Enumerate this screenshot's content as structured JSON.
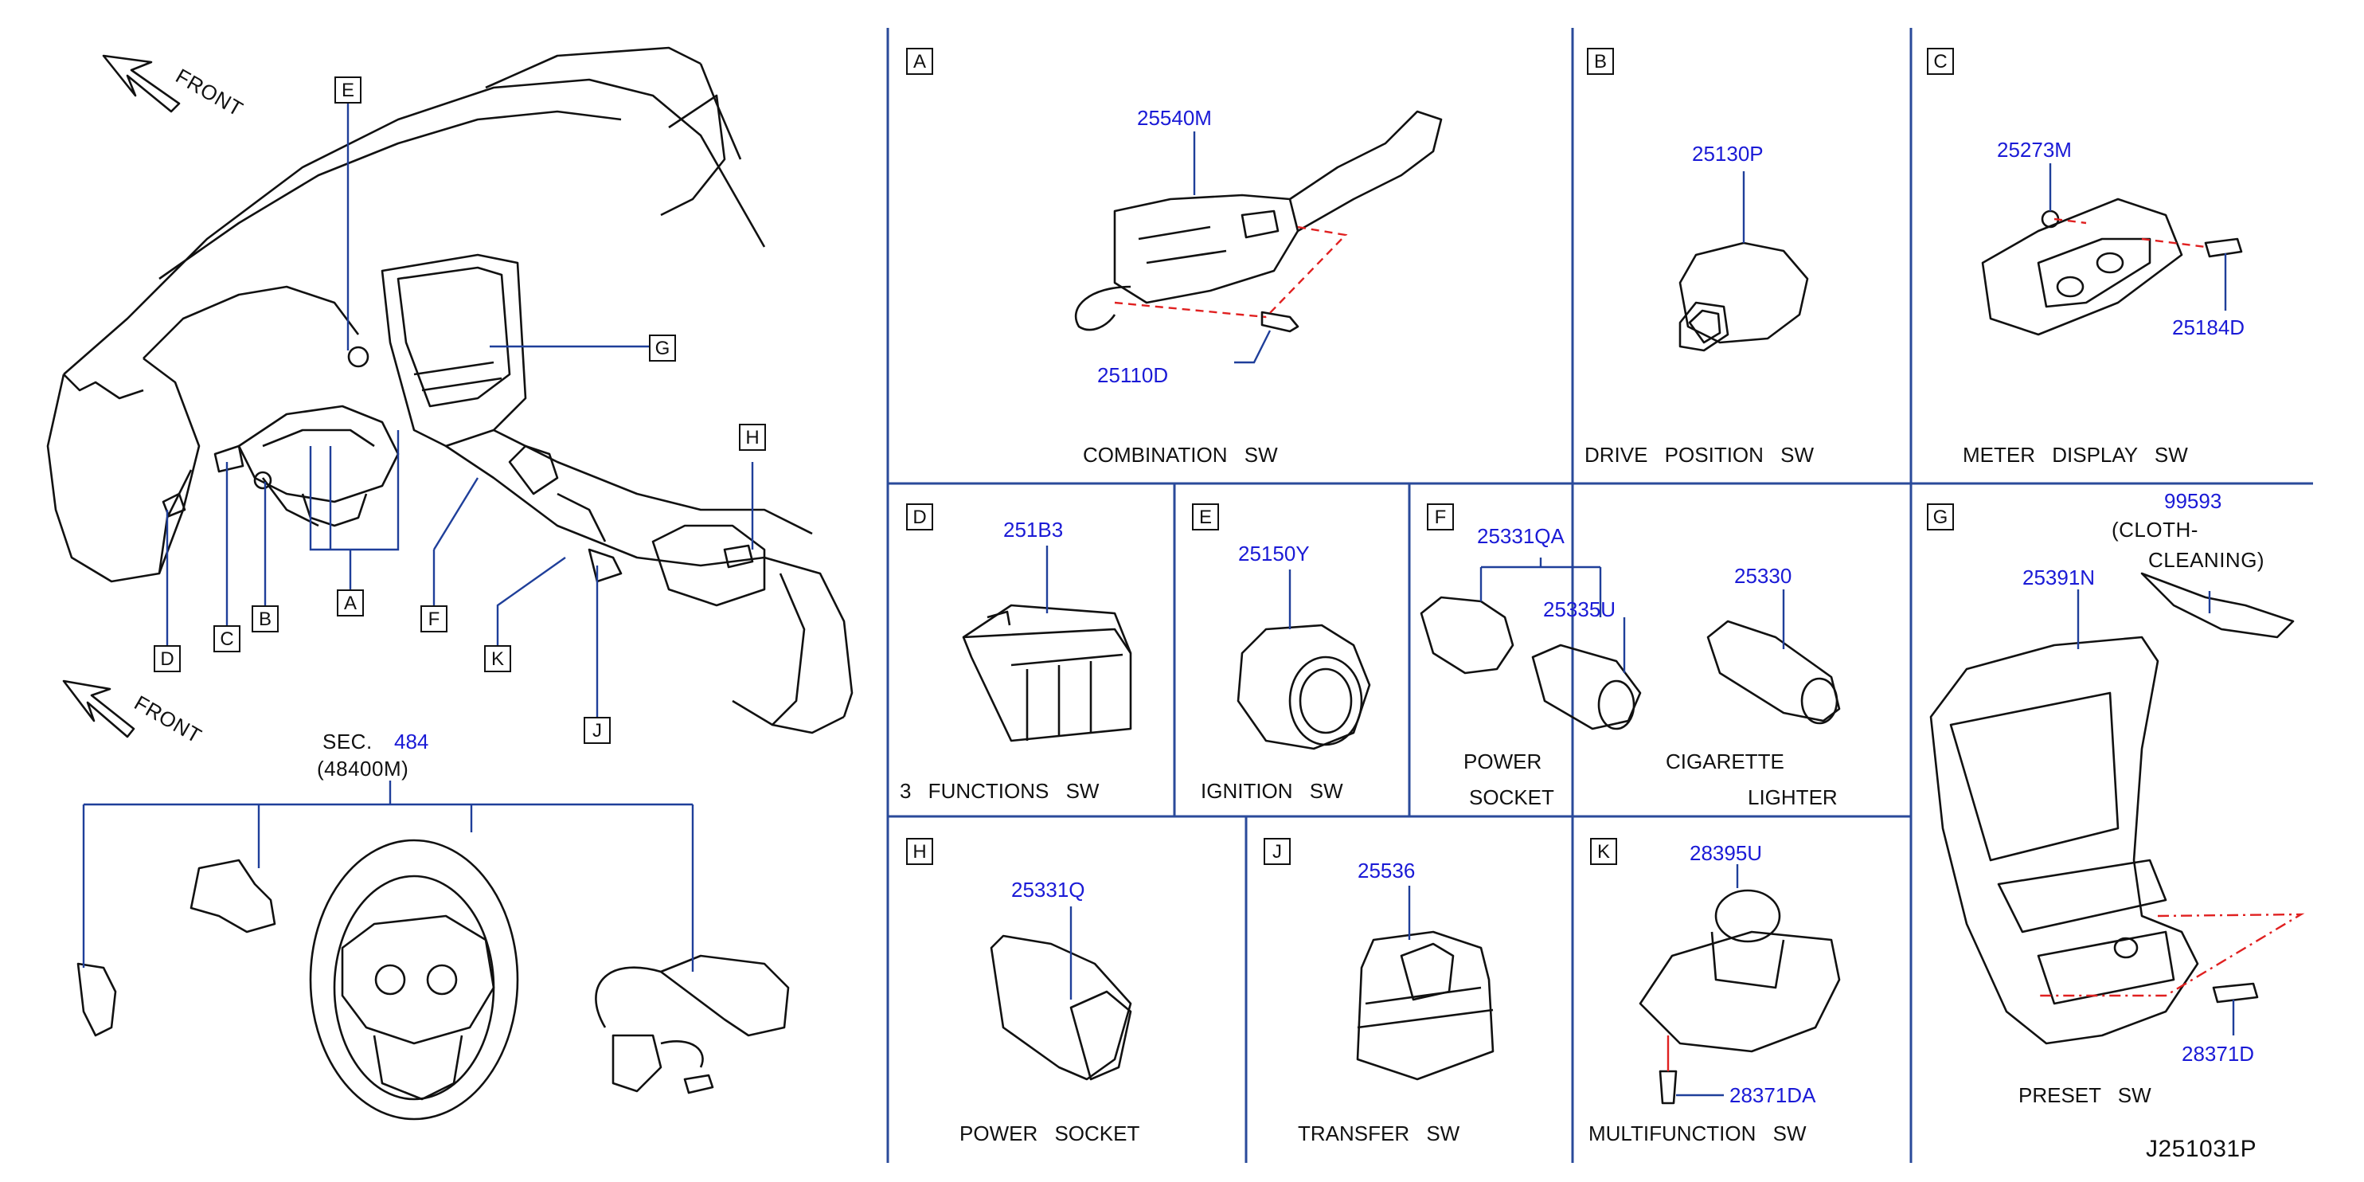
{
  "diagram_id": "J251031P",
  "front_label": "FRONT",
  "section": {
    "prefix": "SEC.",
    "number": "484",
    "part": "(48400M)"
  },
  "overview_letters": [
    "E",
    "G",
    "H",
    "C",
    "B",
    "A",
    "D",
    "F",
    "K",
    "J"
  ],
  "panels": {
    "A": {
      "letter": "A",
      "caption": "COMBINATION SW",
      "parts": [
        "25540M",
        "25110D"
      ]
    },
    "B": {
      "letter": "B",
      "caption": "DRIVE POSITION SW",
      "parts": [
        "25130P"
      ]
    },
    "C": {
      "letter": "C",
      "caption": "METER DISPLAY SW",
      "parts": [
        "25273M",
        "25184D"
      ]
    },
    "D": {
      "letter": "D",
      "caption": "3 FUNCTIONS SW",
      "parts": [
        "251B3"
      ]
    },
    "E": {
      "letter": "E",
      "caption": "IGNITION SW",
      "parts": [
        "25150Y"
      ]
    },
    "F": {
      "letter": "F",
      "parts": [
        "25331QA",
        "25335U",
        "25330"
      ],
      "caption_power_1": "POWER",
      "caption_power_2": "SOCKET",
      "caption_cig_1": "CIGARETTE",
      "caption_cig_2": "LIGHTER"
    },
    "G": {
      "letter": "G",
      "caption": "PRESET SW",
      "parts": [
        "99593",
        "25391N",
        "28371D"
      ],
      "note_1": "(CLOTH-",
      "note_2": "CLEANING)"
    },
    "H": {
      "letter": "H",
      "caption": "POWER SOCKET",
      "parts": [
        "25331Q"
      ]
    },
    "J": {
      "letter": "J",
      "caption": "TRANSFER SW",
      "parts": [
        "25536"
      ]
    },
    "K": {
      "letter": "K",
      "caption": "MULTIFUNCTION SW",
      "parts": [
        "28395U",
        "28371DA"
      ]
    }
  },
  "colors": {
    "line": "#111111",
    "leader": "#1f3f9a",
    "part_number": "#1a1ad6",
    "dashed": "#e02020",
    "border": "#2a4a9a"
  }
}
